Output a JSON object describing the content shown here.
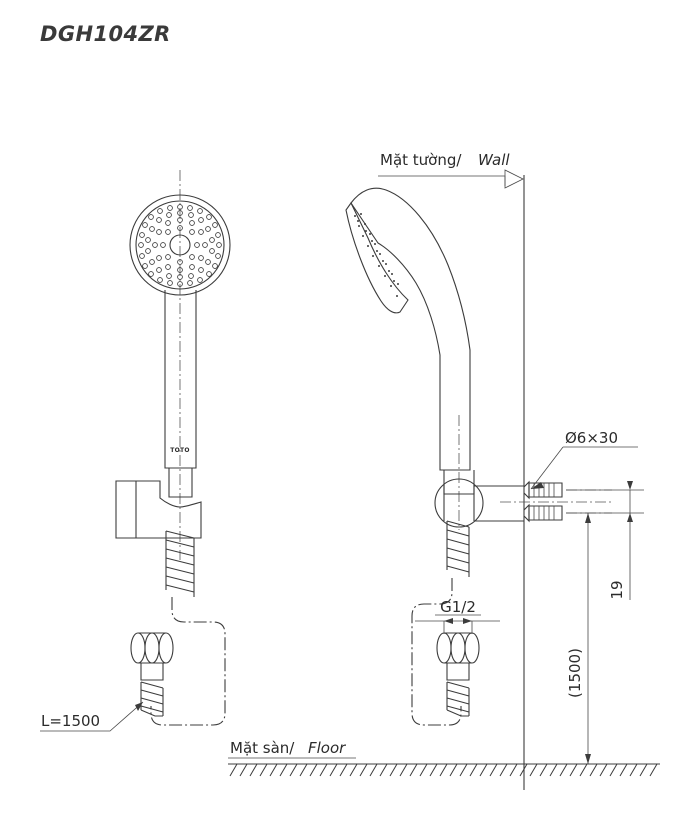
{
  "drawing": {
    "title": "DGH104ZR",
    "product_brand_mark": "TOTO",
    "type": "technical-dimension-drawing",
    "views": [
      "front",
      "side"
    ]
  },
  "annotations": {
    "wall": {
      "vi": "Mặt tường/",
      "en": "Wall"
    },
    "floor": {
      "vi": "Mặt sàn/",
      "en": "Floor"
    }
  },
  "dimensions": {
    "anchor_spec": "Ø6×30",
    "anchor_spacing": "19",
    "mount_height": "(1500)",
    "thread": "G1/2",
    "hose_length": "L=1500"
  },
  "colors": {
    "line": "#3c3c3c",
    "text": "#2b2b2b",
    "background": "#ffffff"
  }
}
